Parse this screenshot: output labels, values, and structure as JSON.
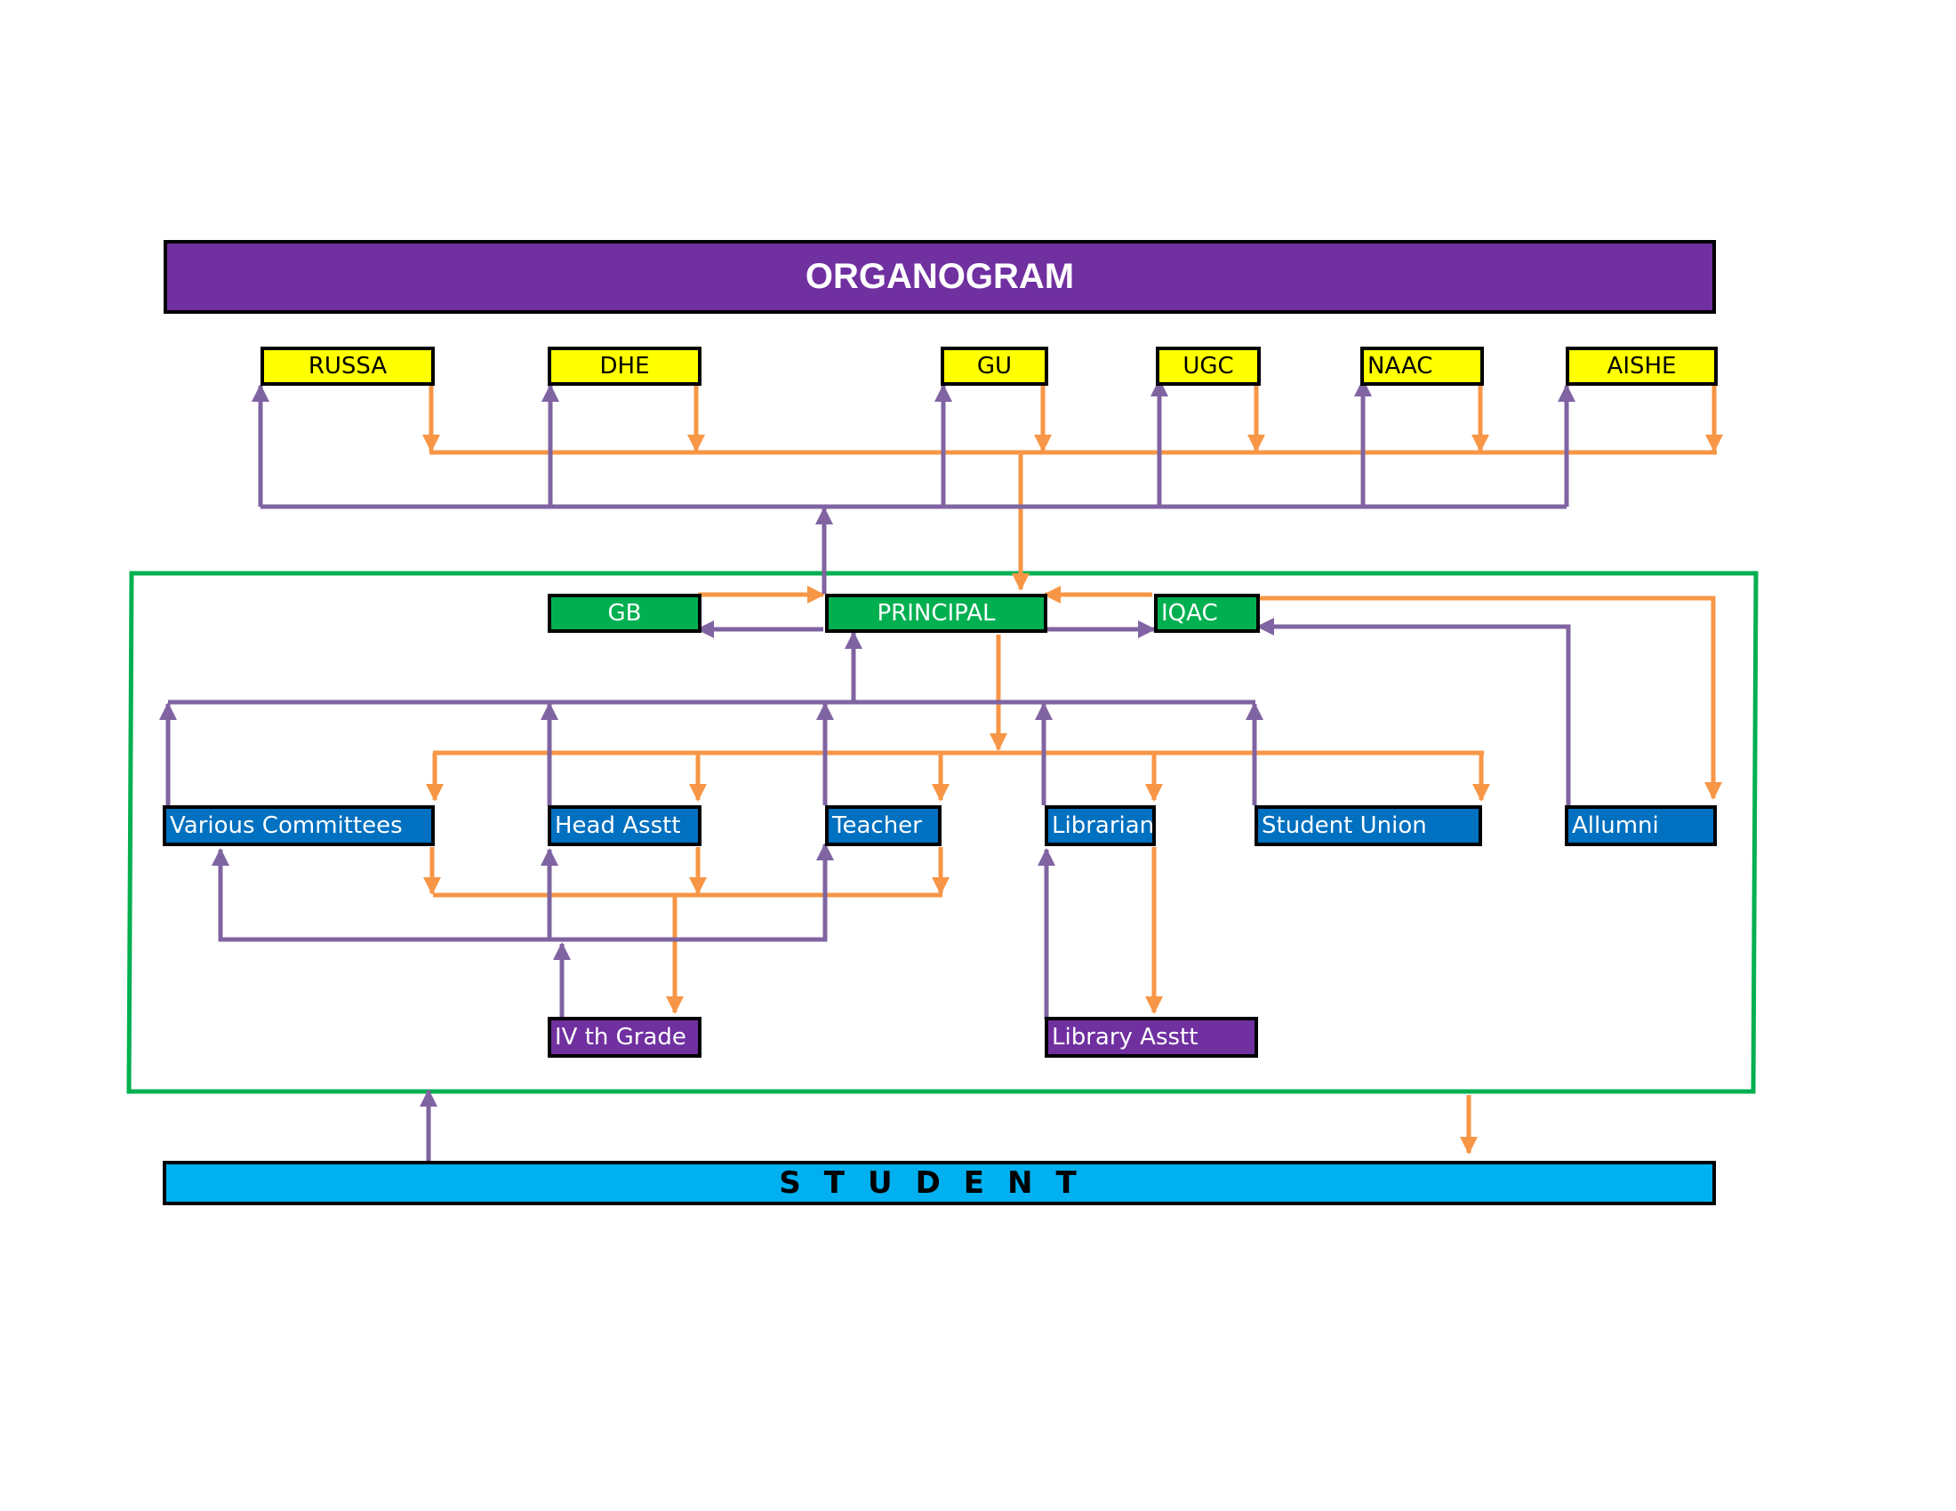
{
  "title": "ORGANOGRAM",
  "external_bodies": [
    "RUSSA",
    "DHE",
    "GU",
    "UGC",
    "NAAC",
    "AISHE"
  ],
  "governance": {
    "gb": "GB",
    "principal": "PRINCIPAL",
    "iqac": "IQAC"
  },
  "staff": {
    "various_committees": "Various Committees",
    "head_asstt": "Head Asstt",
    "teacher": "Teacher",
    "librarian": "Librarian",
    "student_union": "Student Union",
    "allumni": "Allumni"
  },
  "support_staff": {
    "iv_th_grade": "IV th Grade",
    "library_asstt": "Library Asstt"
  },
  "student": "STUDENT",
  "colors": {
    "title_purple": "#7030a0",
    "external_yellow": "#ffff00",
    "governance_green": "#00b050",
    "staff_blue": "#0070c0",
    "student_cyan": "#00b0f0",
    "downward_flow_orange": "#f79646",
    "upward_flow_purple": "#8064a2",
    "campus_border_green": "#00b050"
  }
}
